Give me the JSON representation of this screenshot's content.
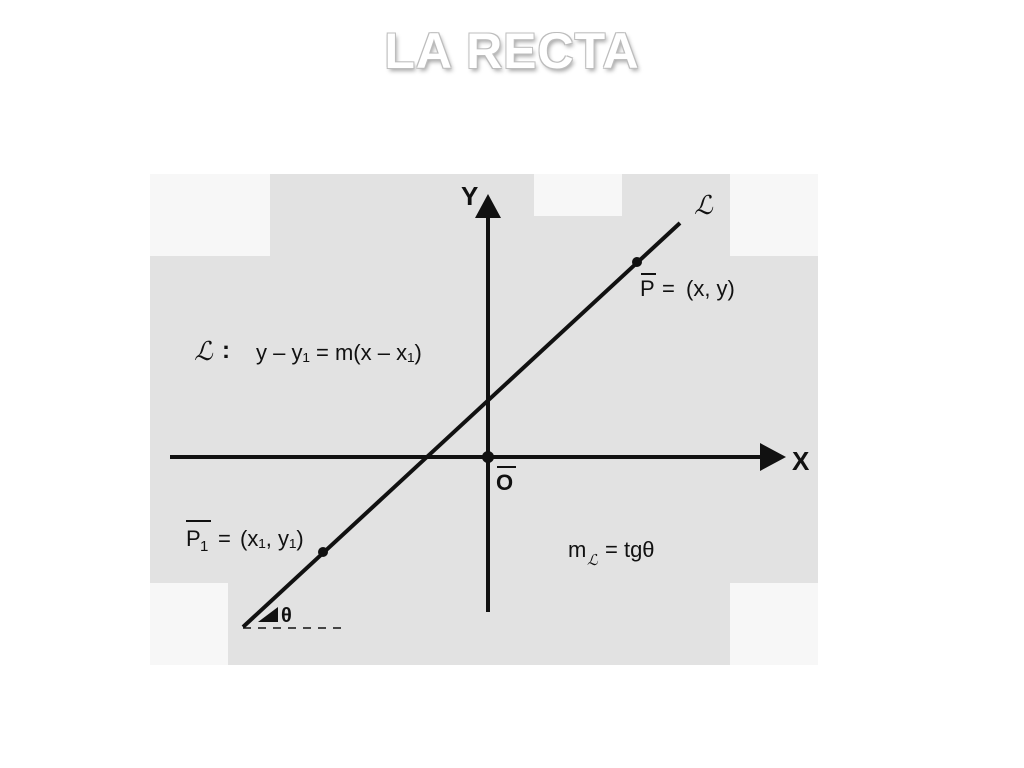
{
  "title": "LA RECTA",
  "diagram": {
    "axis_x_label": "X",
    "axis_y_label": "Y",
    "origin_label": "O",
    "line_label": "ℒ",
    "point_p": {
      "name": "P",
      "coords": "(x, y)"
    },
    "point_p1": {
      "name": "P",
      "subscript": "1",
      "coords": "(x₁, y₁)"
    },
    "equation": {
      "line_symbol": "ℒ",
      "colon": ":",
      "text": "y – y₁ = m(x – x₁)"
    },
    "slope": {
      "m": "m",
      "subscript": "ℒ",
      "rhs": "= tgθ"
    },
    "angle_label": "θ",
    "colors": {
      "panel": "#e2e2e2",
      "cutouts": "#f7f7f7",
      "ink": "#111111"
    }
  }
}
